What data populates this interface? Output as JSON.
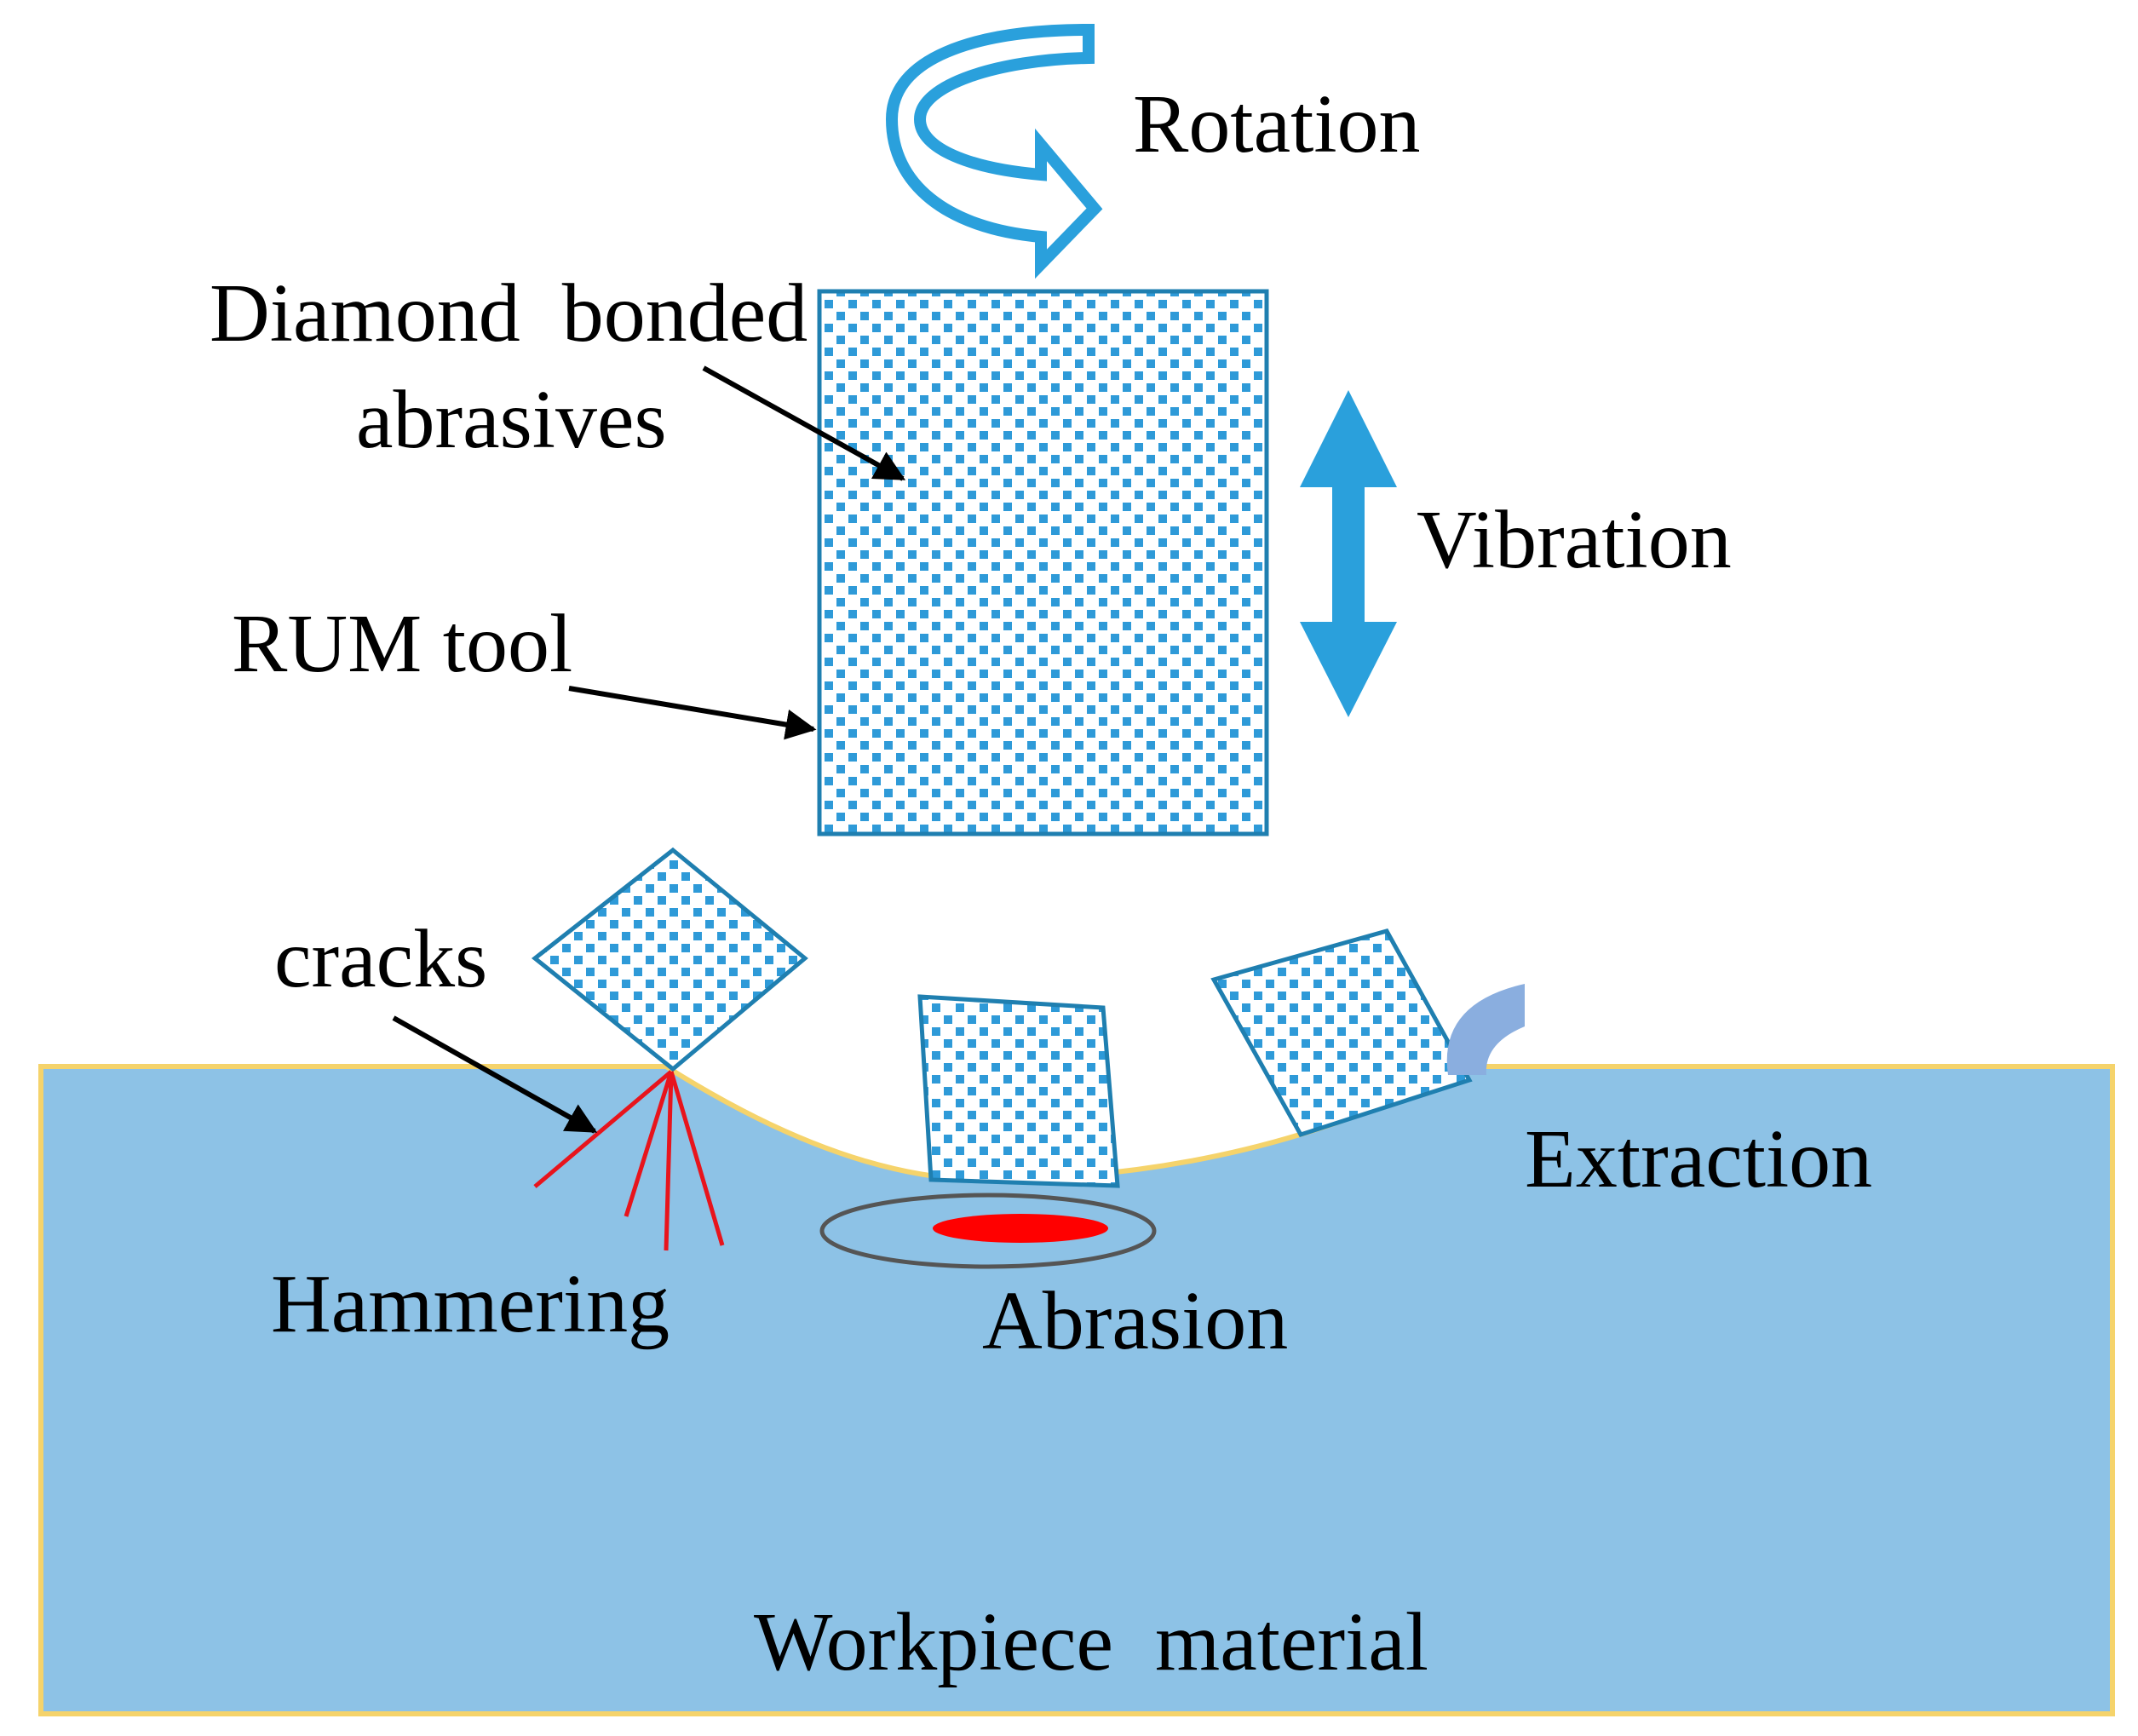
{
  "labels": {
    "rotation": "Rotation",
    "diamond_line1": "Diamond  bonded",
    "diamond_line2": "abrasives",
    "vibration": "Vibration",
    "rum_tool": "RUM tool",
    "cracks": "cracks",
    "extraction": "Extraction",
    "hammering": "Hammering",
    "abrasion": "Abrasion",
    "workpiece": "Workpiece  material"
  },
  "colors": {
    "workpiece_fill": "#8dc2e6",
    "workpiece_border": "#f5d36b",
    "tool_pattern_light": "#ffffff",
    "tool_pattern_dark": "#2e9ad8",
    "tool_border": "#1f7fb0",
    "arrow_blue": "#2aa0dc",
    "crack_red": "#e8141c",
    "abrasion_red": "#ff0000",
    "abrasion_ring": "#555555",
    "extraction_chip": "#8aaedf",
    "pointer_black": "#000000"
  }
}
